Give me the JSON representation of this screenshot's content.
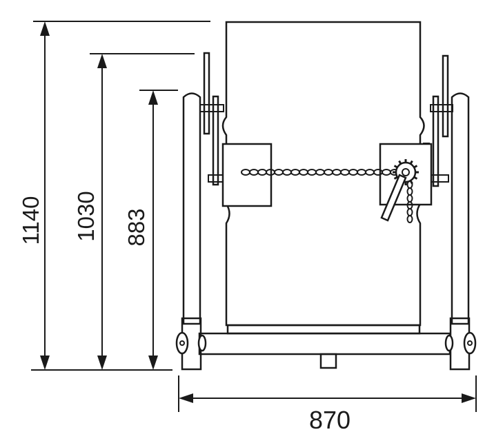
{
  "dimensions": {
    "height_overall": "1140",
    "height_mid": "1030",
    "height_low": "883",
    "width_overall": "870"
  },
  "colors": {
    "ink": "#1a1a1a",
    "background": "#ffffff"
  }
}
